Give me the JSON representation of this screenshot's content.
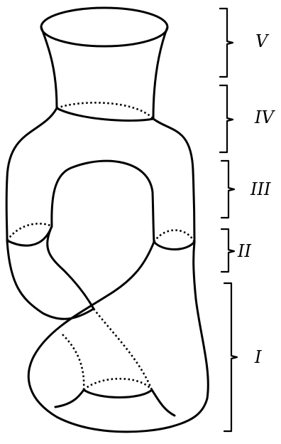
{
  "sections": [
    {
      "id": "V",
      "label": "V"
    },
    {
      "id": "IV",
      "label": "IV"
    },
    {
      "id": "III",
      "label": "III"
    },
    {
      "id": "II",
      "label": "II"
    },
    {
      "id": "I",
      "label": "I"
    }
  ]
}
